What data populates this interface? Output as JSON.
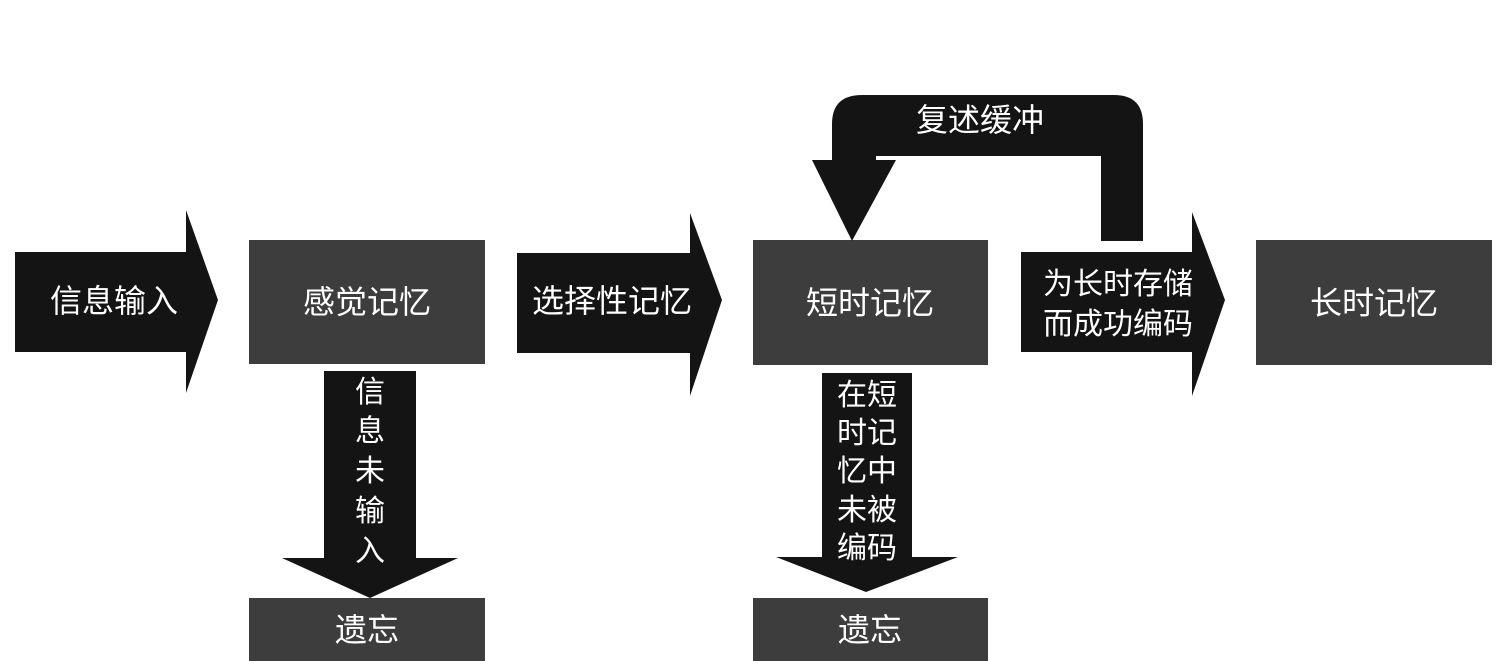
{
  "diagram": {
    "colors": {
      "box": "#3d3d3d",
      "arrow": "#141414",
      "text": "#ffffff",
      "background": "#ffffff"
    },
    "nodes": {
      "sensory_memory": "感觉记忆",
      "short_term_memory": "短时记忆",
      "long_term_memory": "长时记忆",
      "forget_1": "遗忘",
      "forget_2": "遗忘"
    },
    "edges": {
      "info_input": "信息输入",
      "selective_memory": "选择性记忆",
      "encode_long_term": [
        "为长时存储",
        "而成功编码"
      ],
      "rehearsal_buffer": "复述缓冲",
      "not_input": [
        "信",
        "息",
        "未",
        "输",
        "入"
      ],
      "not_encoded": [
        "在短",
        "时记",
        "忆中",
        "未被",
        "编码"
      ]
    }
  }
}
